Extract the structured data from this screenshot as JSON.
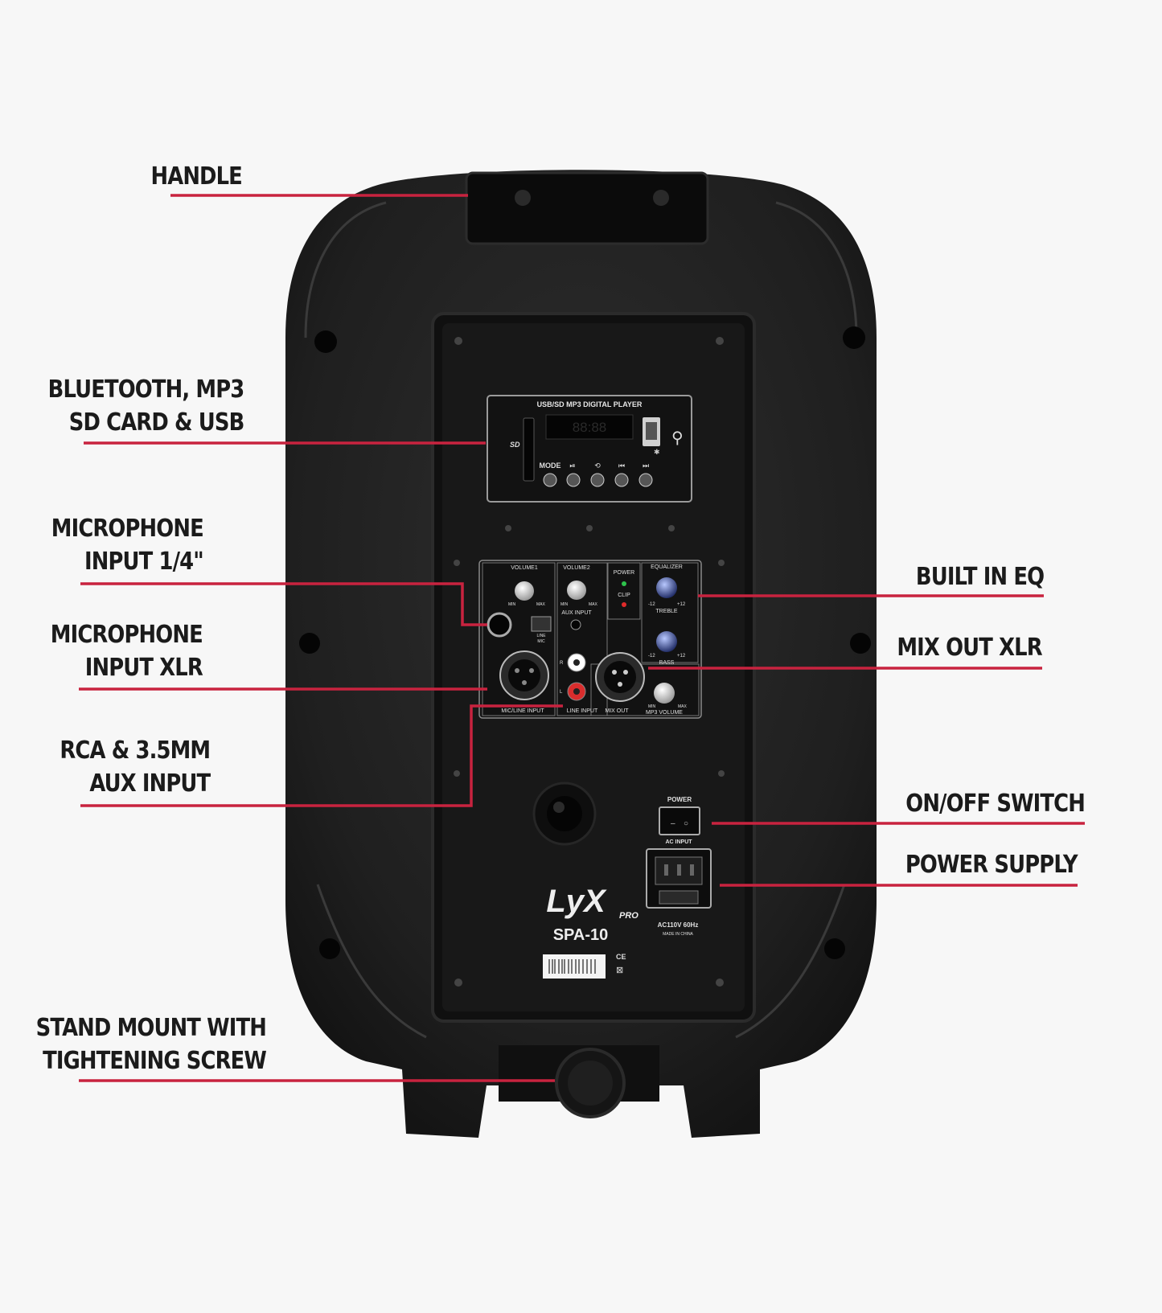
{
  "callouts": {
    "handle": {
      "lines": [
        "HANDLE"
      ]
    },
    "bluetooth": {
      "lines": [
        "BLUETOOTH, MP3",
        "SD CARD & USB"
      ]
    },
    "mic_quarter": {
      "lines": [
        "MICROPHONE",
        "INPUT 1/4\""
      ]
    },
    "mic_xlr": {
      "lines": [
        "MICROPHONE",
        "INPUT XLR"
      ]
    },
    "rca_aux": {
      "lines": [
        "RCA & 3.5MM",
        "AUX INPUT"
      ]
    },
    "stand_mount": {
      "lines": [
        "STAND MOUNT WITH",
        "TIGHTENING SCREW"
      ]
    },
    "built_in_eq": {
      "lines": [
        "BUILT IN EQ"
      ]
    },
    "mix_out": {
      "lines": [
        "MIX OUT XLR"
      ]
    },
    "on_off": {
      "lines": [
        "ON/OFF SWITCH"
      ]
    },
    "power_supply": {
      "lines": [
        "POWER SUPPLY"
      ]
    }
  },
  "panel": {
    "player_title": "USB/SD MP3 DIGITAL PLAYER",
    "display": "88:88",
    "sd_label": "SD",
    "mode": "MODE",
    "volume1": "VOLUME1",
    "volume2": "VOLUME2",
    "power": "POWER",
    "clip": "CLIP",
    "equalizer": "EQUALIZER",
    "treble": "TREBLE",
    "bass": "BASS",
    "min": "MIN",
    "max": "MAX",
    "minus12": "-12",
    "plus12": "+12",
    "aux_input": "AUX INPUT",
    "line": "LINE",
    "mic": "MIC",
    "r": "R",
    "l": "L",
    "mic_line_input": "MIC/LINE INPUT",
    "line_input": "LINE INPUT",
    "mix_out": "MIX OUT",
    "mp3_volume": "MP3 VOLUME",
    "power_switch": "POWER",
    "ac_input": "AC INPUT",
    "brand": "LyX",
    "brand_sub": "PRO",
    "model": "SPA-10",
    "ac_rating": "AC110V 60Hz",
    "made_in": "MADE IN CHINA",
    "ce": "CE"
  },
  "colors": {
    "leader": "#c8233f",
    "cabinet": "#232323",
    "panel": "#151515",
    "background": "#f7f7f7"
  }
}
